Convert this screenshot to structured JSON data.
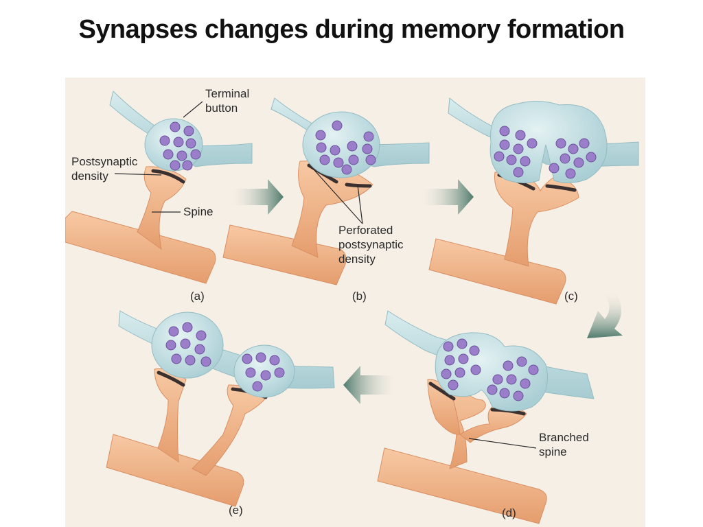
{
  "title": "Synapses changes during memory formation",
  "figure": {
    "colors": {
      "background": "#f6efe6",
      "axon": "#bfdde1",
      "axon_edge": "#93bcc3",
      "dendrite": "#f0b48a",
      "dendrite_edge": "#d98f62",
      "vesicle": "#9b7ec9",
      "vesicle_core": "#f2eaf8",
      "density": "#3a3030",
      "arrow": "#4f7a6c"
    },
    "labels": {
      "terminal_button_line1": "Terminal",
      "terminal_button_line2": "button",
      "postsynaptic_density_line1": "Postsynaptic",
      "postsynaptic_density_line2": "density",
      "spine": "Spine",
      "perforated_line1": "Perforated",
      "perforated_line2": "postsynaptic",
      "perforated_line3": "density",
      "branched_line1": "Branched",
      "branched_line2": "spine"
    },
    "panels": [
      {
        "id": "a",
        "label": "(a)"
      },
      {
        "id": "b",
        "label": "(b)"
      },
      {
        "id": "c",
        "label": "(c)"
      },
      {
        "id": "d",
        "label": "(d)"
      },
      {
        "id": "e",
        "label": "(e)"
      }
    ]
  }
}
